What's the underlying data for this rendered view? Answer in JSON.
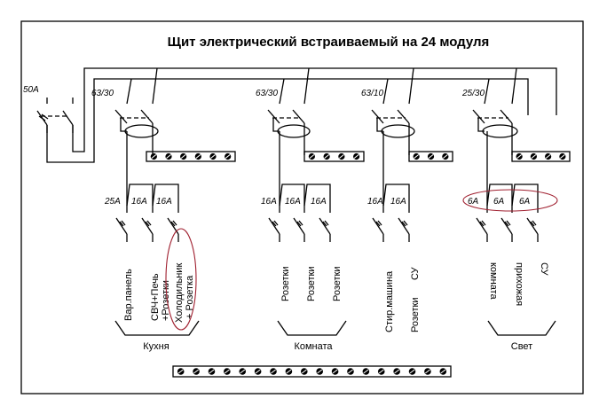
{
  "title": "Щит электрический встраиваемый на 24 модуля",
  "highlight_color": "#a02030",
  "main_switch": {
    "rating": "50A"
  },
  "rcds": [
    {
      "rating": "63/30",
      "bus_screws": 6
    },
    {
      "rating": "63/30",
      "bus_screws": 4
    },
    {
      "rating": "63/10",
      "bus_screws": 3
    },
    {
      "rating": "25/30",
      "bus_screws": 4
    }
  ],
  "breakers": [
    {
      "rating": "25A",
      "load": "Вар.панель",
      "group": "kitchen"
    },
    {
      "rating": "16A",
      "load": "СВЧ+Печь",
      "load2": "+Розетки",
      "group": "kitchen"
    },
    {
      "rating": "16A",
      "load": "Холодильник",
      "load2": "+ Розетка",
      "group": "kitchen",
      "highlighted": true
    },
    {
      "rating": "16A",
      "load": "Розетки",
      "group": "room"
    },
    {
      "rating": "16A",
      "load": "Розетки",
      "group": "room"
    },
    {
      "rating": "16A",
      "load": "Розетки",
      "group": "room"
    },
    {
      "rating": "16A",
      "load": "Стир.машина",
      "group": "bath"
    },
    {
      "rating": "16A",
      "load": "Розетки  СУ",
      "group": "bath"
    },
    {
      "rating": "6A",
      "load": "комната",
      "group": "light"
    },
    {
      "rating": "6A",
      "load": "прихожая",
      "group": "light"
    },
    {
      "rating": "6A",
      "load": "СУ",
      "group": "light"
    }
  ],
  "groups": {
    "kitchen": "Кухня",
    "room": "Комната",
    "light": "Свет"
  },
  "ground_bus": {
    "screws": 18
  }
}
